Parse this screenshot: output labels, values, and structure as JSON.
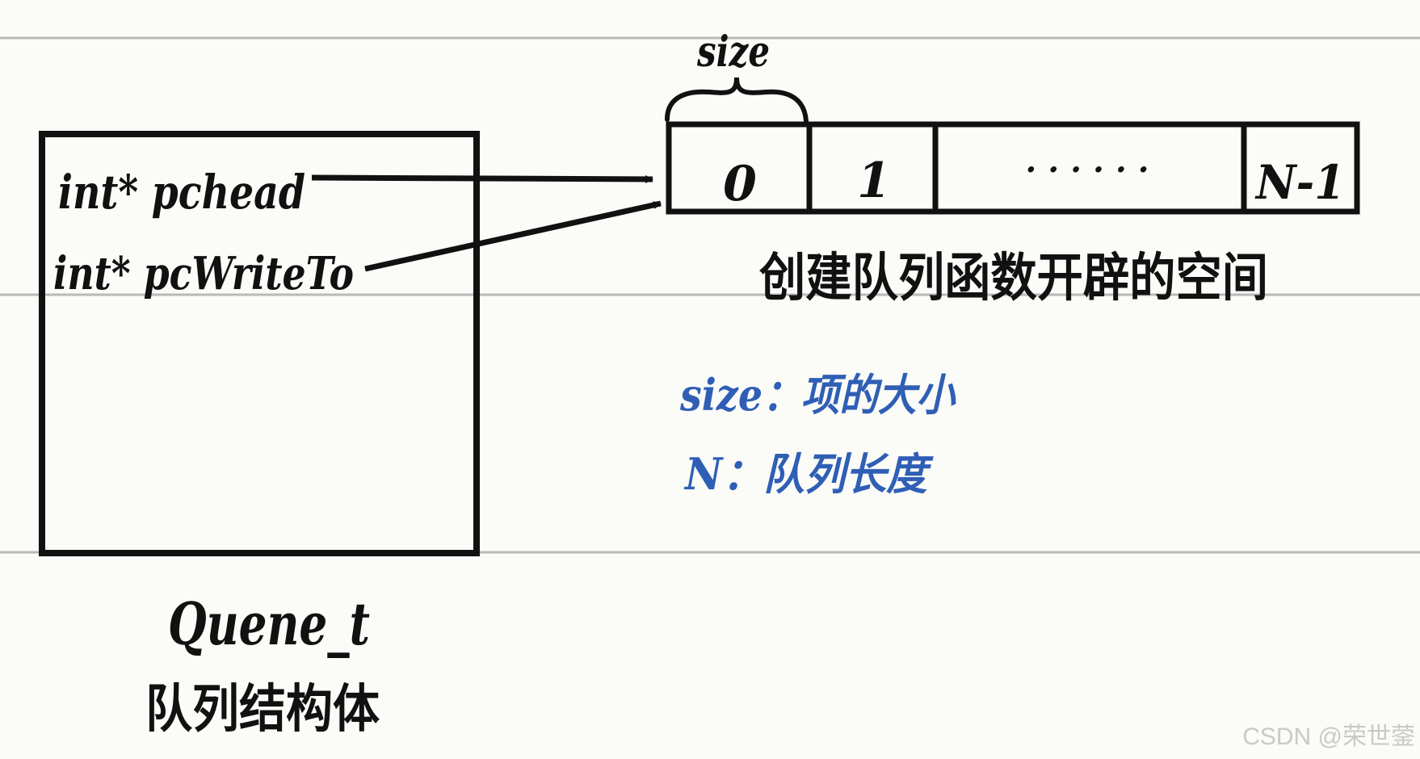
{
  "diagram": {
    "struct_fields": [
      "int* pchead",
      "int* pcWriteTo"
    ],
    "struct_name": "Quene_t",
    "struct_caption": "队列结构体",
    "array_cells": [
      "0",
      "1",
      "· · · · · ·",
      "N-1"
    ],
    "array_caption": "创建队列函数开辟的空间",
    "brace_label": "size",
    "legend": [
      "size：项的大小",
      "N：队列长度"
    ]
  },
  "watermark": "CSDN @荣世蓥",
  "colors": {
    "ink": "#111111",
    "note_ink": "#2f5fb5",
    "ruled_line": "#b9b9b9",
    "paper": "#fbfbf8",
    "watermark": "#c9c9c9"
  }
}
